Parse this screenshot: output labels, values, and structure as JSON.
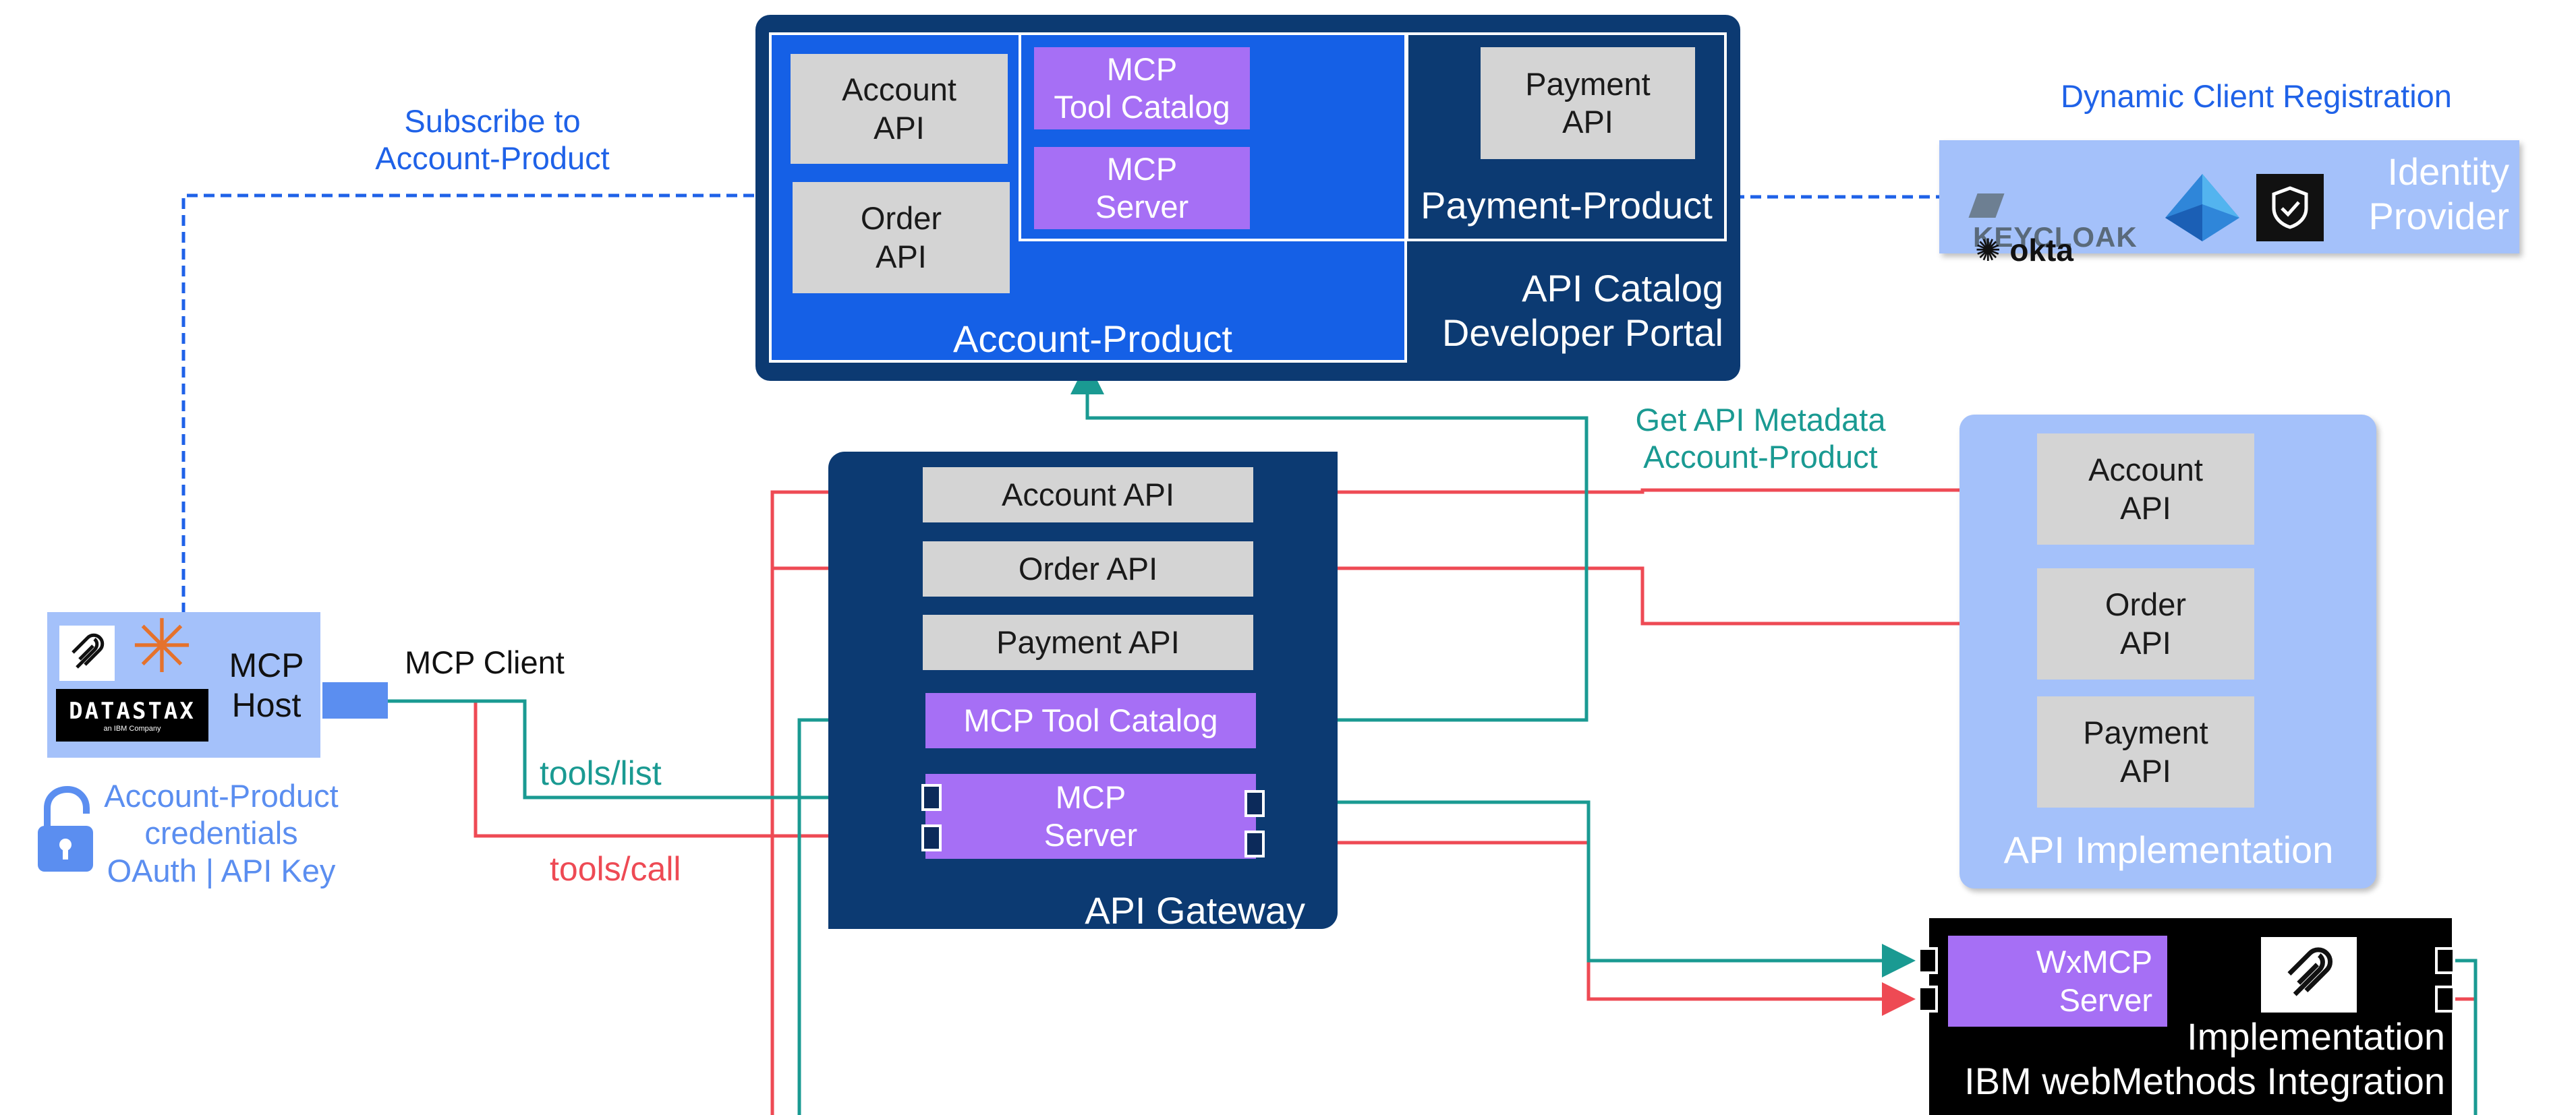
{
  "portal": {
    "account_product": {
      "label": "Account-Product",
      "account_api": "Account\nAPI",
      "order_api": "Order\nAPI",
      "mcp_tool_catalog": "MCP\nTool Catalog",
      "mcp_server": "MCP\nServer"
    },
    "payment_product": {
      "label": "Payment-Product",
      "payment_api": "Payment\nAPI"
    },
    "title": "API Catalog\nDeveloper Portal"
  },
  "identity": {
    "heading": "Dynamic Client Registration",
    "label": "Identity\nProvider",
    "keycloak": "KEYCLOAK",
    "okta": "okta"
  },
  "host": {
    "label": "MCP\nHost",
    "datastax": "DATASTAX",
    "datastax_sub": "an IBM Company",
    "client_label": "MCP Client",
    "credentials": "Account-Product\ncredentials\nOAuth | API Key"
  },
  "edges": {
    "subscribe": "Subscribe to\nAccount-Product",
    "get_metadata": "Get API Metadata\nAccount-Product",
    "tools_list": "tools/list",
    "tools_call": "tools/call"
  },
  "gateway": {
    "title": "API Gateway",
    "account_api": "Account API",
    "order_api": "Order API",
    "payment_api": "Payment API",
    "mcp_tool_catalog": "MCP Tool Catalog",
    "mcp_server": "MCP\nServer"
  },
  "implementation": {
    "title": "API Implementation",
    "account_api": "Account\nAPI",
    "order_api": "Order\nAPI",
    "payment_api": "Payment\nAPI"
  },
  "webmethods": {
    "server": "WxMCP\nServer",
    "label": "Implementation\nIBM webMethods Integration"
  },
  "colors": {
    "navy": "#0c3a72",
    "royal": "#1560e6",
    "light_blue": "#a4c1fa",
    "purple": "#a66ff5",
    "gray": "#d4d4d4",
    "teal": "#1a9a92",
    "red": "#ee4a54",
    "link_blue": "#1f62e8"
  }
}
